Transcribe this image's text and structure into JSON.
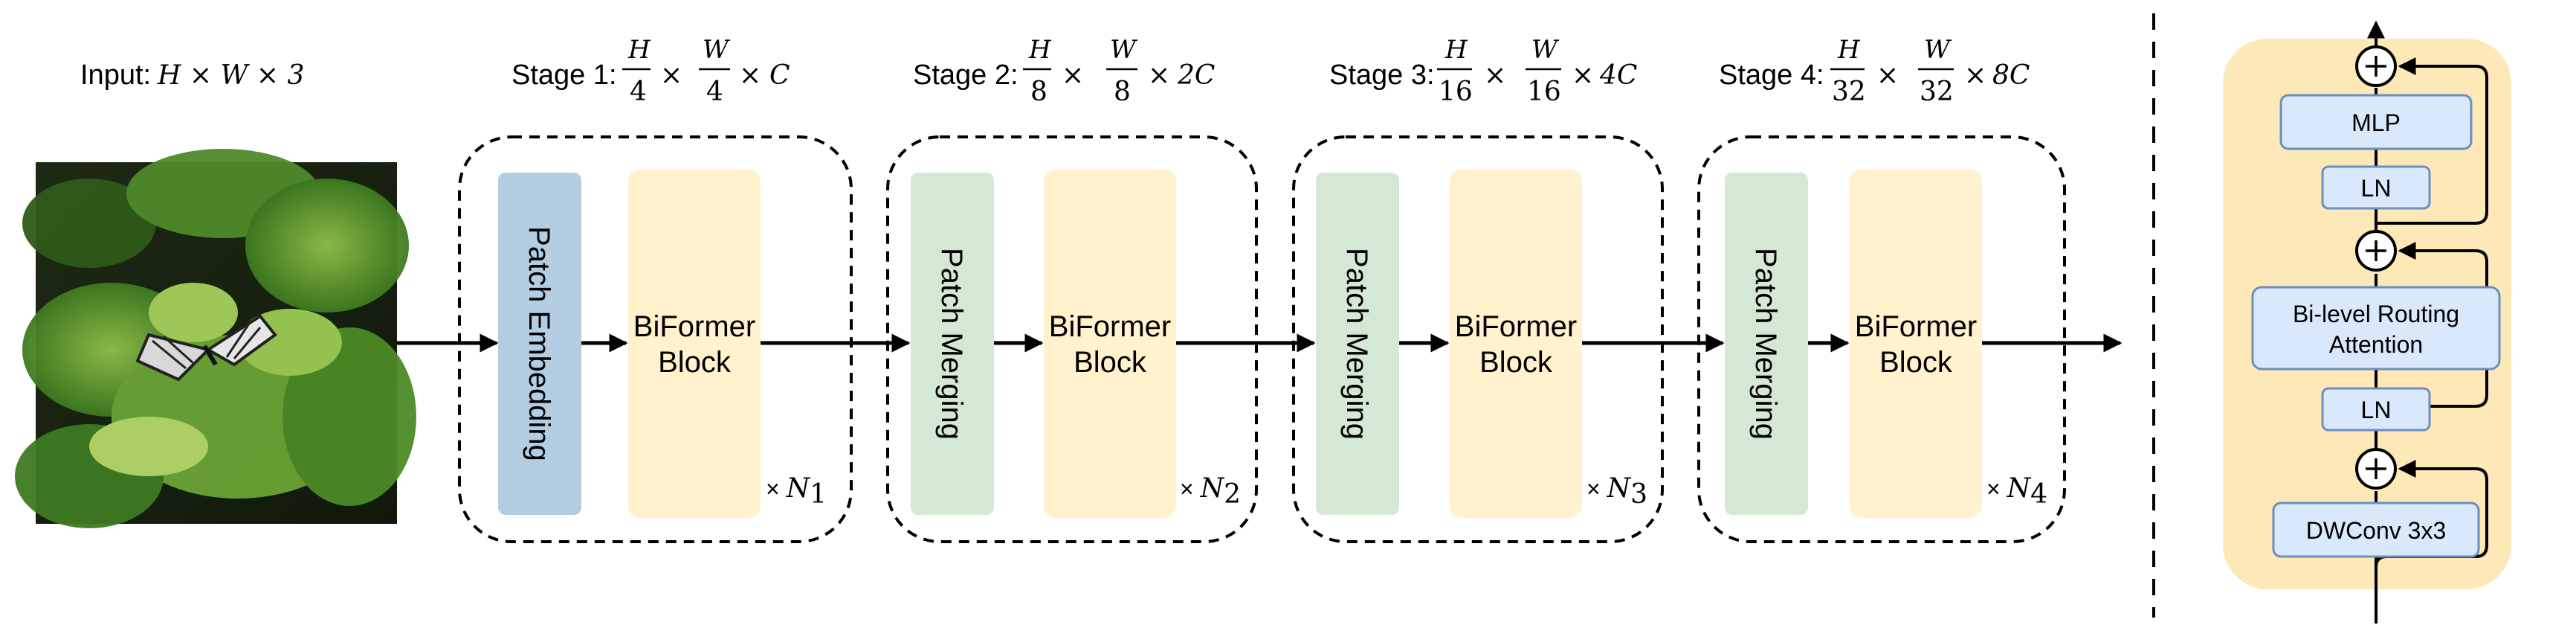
{
  "input": {
    "prefix": "Input:",
    "dims": "H × W × 3"
  },
  "stages": [
    {
      "label": "Stage 1:",
      "h_num": "H",
      "h_den": "4",
      "w_num": "W",
      "w_den": "4",
      "channels": "C",
      "first_block": "Patch Embedding",
      "main_block": [
        "BiFormer",
        "Block"
      ],
      "repeat": "N1"
    },
    {
      "label": "Stage 2:",
      "h_num": "H",
      "h_den": "8",
      "w_num": "W",
      "w_den": "8",
      "channels": "2C",
      "first_block": "Patch Merging",
      "main_block": [
        "BiFormer",
        "Block"
      ],
      "repeat": "N2"
    },
    {
      "label": "Stage 3:",
      "h_num": "H",
      "h_den": "16",
      "w_num": "W",
      "w_den": "16",
      "channels": "4C",
      "first_block": "Patch Merging",
      "main_block": [
        "BiFormer",
        "Block"
      ],
      "repeat": "N3"
    },
    {
      "label": "Stage 4:",
      "h_num": "H",
      "h_den": "32",
      "w_num": "W",
      "w_den": "32",
      "channels": "8C",
      "first_block": "Patch Merging",
      "main_block": [
        "BiFormer",
        "Block"
      ],
      "repeat": "N4"
    }
  ],
  "block_detail": {
    "mlp": "MLP",
    "ln_top": "LN",
    "attention": [
      "Bi-level Routing",
      "Attention"
    ],
    "ln_bottom": "LN",
    "dwconv": "DWConv 3x3",
    "add_symbol": "+"
  },
  "colors": {
    "patch_embedding": "#b3cde3",
    "patch_merging": "#d5e8d4",
    "biformer_block": "#fff2cc",
    "detail_panel": "#fde8b8",
    "detail_box": "#dae8fc",
    "detail_box_stroke": "#6c8ebf"
  }
}
